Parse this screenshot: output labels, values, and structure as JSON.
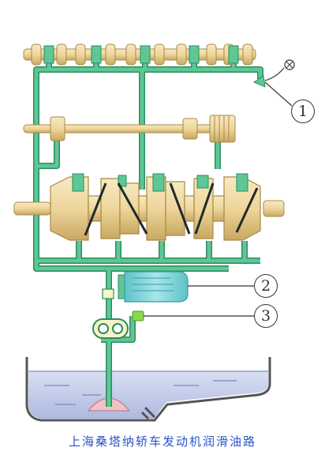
{
  "caption": "上海桑塔纳轿车发动机润滑油路",
  "callouts": [
    {
      "id": "1",
      "label": "1"
    },
    {
      "id": "2",
      "label": "2"
    },
    {
      "id": "3",
      "label": "3"
    }
  ],
  "colors": {
    "oil_line": "#45b880",
    "oil_line_edge": "#2c8d5e",
    "shaft": "#eed69c",
    "shaft_edge": "#a88a45",
    "filter": "#7fd3d8",
    "pan_oil": "#c3cce8",
    "pan_wall": "#555555",
    "strainer": "#f1c3c8",
    "caption": "#2a55c8"
  }
}
